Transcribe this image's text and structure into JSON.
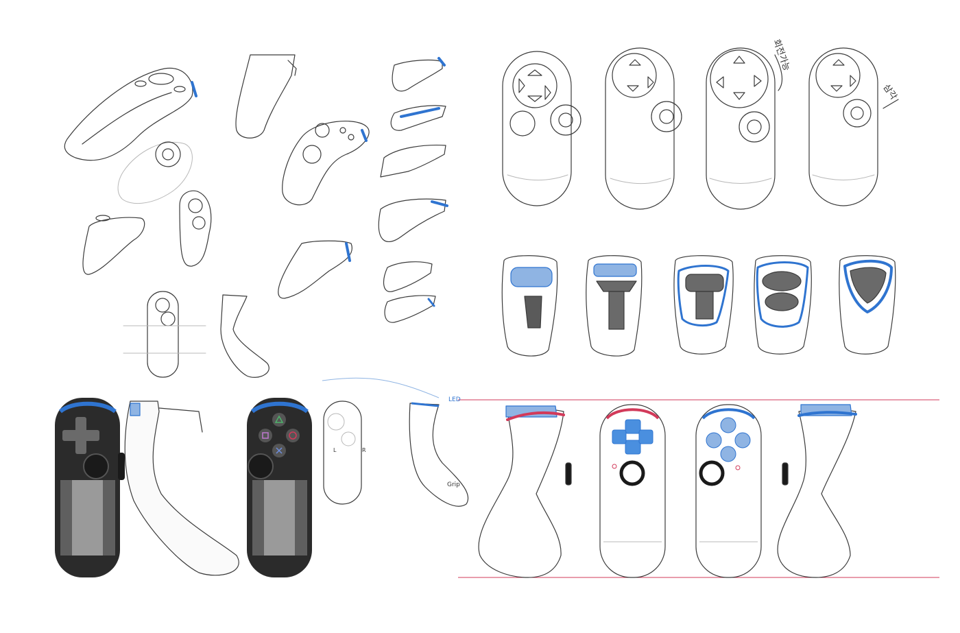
{
  "palette": {
    "background": "#ffffff",
    "ink": "#3a3a3a",
    "accent_blue": "#2f74d0",
    "light_blue": "#8fb4e3",
    "accent_red": "#d23a5a",
    "render_dark": "#2b2b2b"
  },
  "annotations": {
    "korean_note_1": "회전가능",
    "korean_note_2": "삼각",
    "grip_label": "Grip",
    "blue_note": "LED",
    "left_mark": "L",
    "right_mark": "R"
  },
  "icons": {
    "dpad": "dpad-icon",
    "triangle": "triangle-icon",
    "circle": "circle-icon",
    "cross": "cross-icon",
    "square": "square-icon",
    "analog_stick": "analog-stick-icon"
  }
}
